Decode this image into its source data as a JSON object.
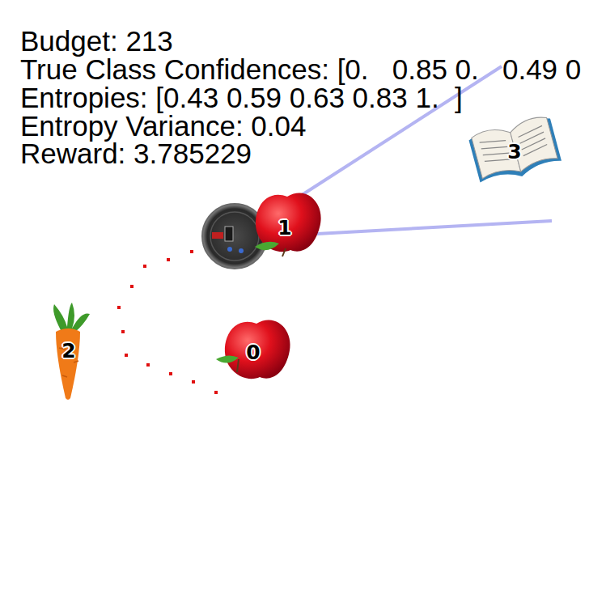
{
  "diagram": {
    "labels": [
      "Budget: 213",
      "True Class Confidences: [0.   0.85 0.   0.49 0",
      "Entropies: [0.43 0.59 0.63 0.83 1.  ]",
      "Entropy Variance: 0.04",
      "Reward: 3.785229",
      "3",
      "1",
      "2",
      "0"
    ]
  }
}
